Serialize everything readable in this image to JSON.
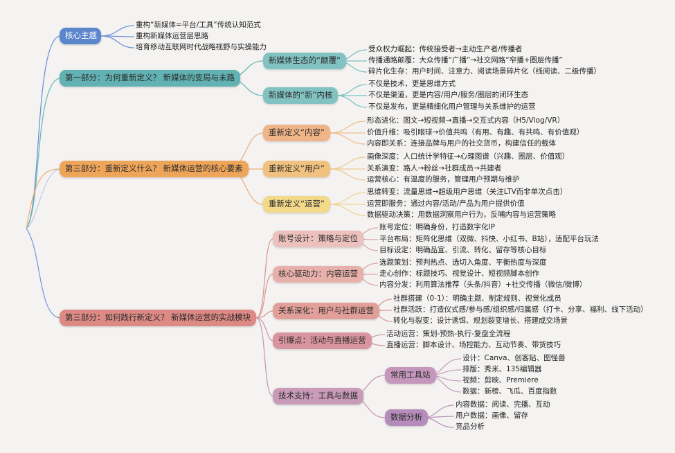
{
  "colors": {
    "core": "#5b86cc",
    "part1": "#62b2b3",
    "part2": "#eea55a",
    "part3": "#dd8a84",
    "tools": "#c597bd",
    "background": "#f4f3f2"
  },
  "core": {
    "label": "核心主题",
    "items": [
      "重构“新媒体=平台/工具”传统认知范式",
      "重构新媒体运营层思路",
      "培育移动互联网时代战略视野与实操能力"
    ]
  },
  "part1": {
    "label": "第一部分：为何重新定义？ 新媒体的变局与未路",
    "children": [
      {
        "label": "新媒体生态的“颠覆”",
        "items": [
          "受众权力崛起：传统接受者→主动生产者/传播者",
          "传播通路颠覆：大众传播“广播”→社交网路“窄播+圈层传播”",
          "碎片化生存：用户时间、注意力、阅读场景碎片化（线阅读、二级传播）"
        ]
      },
      {
        "label": "新媒体的“新”内核",
        "items": [
          "不仅是技术，更是思维方式",
          "不仅是渠道，更是内容/用户/服务/圈层的闭环生态",
          "不仅是发布，更是精细化用户管理与关系维护的运营"
        ]
      }
    ]
  },
  "part2": {
    "label": "第三部分：重新定义什么？ 新媒体运营的核心要素",
    "children": [
      {
        "label": "重新定义“内容”",
        "items": [
          "形态进化：图文→短视频→直播→交互式内容（H5/Vlog/VR）",
          "价值升维：吸引眼球→价值共鸣（有用、有趣、有共鸣、有价值观）",
          "内容即关系：连接品牌与用户的社交货币，构建信任的载体"
        ]
      },
      {
        "label": "重新定义“用户”",
        "items": [
          "画像深度：人口统计学特征→心理图谱（兴趣、圈层、价值观）",
          "关系演变：路人→粉丝→社群成员→共建者",
          "运营核心：有温度的服务，管理用户预期与维护"
        ]
      },
      {
        "label": "重新定义“运营”",
        "items": [
          "思维转变：流量思维→超级用户思维（关注LTV而非单次点击）",
          "运营即服务：通过内容/活动/产品为用户提供价值",
          "数据驱动决策：用数据洞察用户行为，反哺内容与运营策略"
        ]
      }
    ]
  },
  "part3": {
    "label": "第三部分：如何践行新定义？ 新媒体运营的实战模块",
    "children": [
      {
        "label": "账号设计：策略与定位",
        "items": [
          "账号定位：明确身份，打造数字化IP",
          "平台布局：矩阵化思维（双微、抖快、小红书、B站），适配平台玩法",
          "目标设定：明确品宣、引流、转化、留存等核心目标"
        ]
      },
      {
        "label": "核心驱动力：内容运营",
        "items": [
          "选题策划：预判热点、选切入角度、平衡热度与深度",
          "走心创作：标题技巧、视觉设计、短视频脚本创作",
          "内容分发：利用算法推荐（头条/抖音）+社交传播（微信/微博）"
        ]
      },
      {
        "label": "关系深化：用户与社群运营",
        "items": [
          "社群搭建（0-1）：明确主题、制定规则、视觉化成员",
          "社群活跃：打造仪式感/参与感/组织感/归属感（打卡、分享、福利、线下活动）",
          "转化与裂变：设计诱饵、规划裂变增长、搭建成交场景"
        ]
      },
      {
        "label": "引爆点：活动与直播运营",
        "items": [
          "活动运营：策划-预热-执行-复盘全流程",
          "直播运营：脚本设计、场控能力、互动节奏、带货技巧"
        ]
      },
      {
        "label": "技术支持：工具与数据",
        "children": [
          {
            "label": "常用工具站",
            "items": [
              "设计：Canva、创客贴、图怪兽",
              "排版：秀米、135编辑器",
              "视频：剪映、Premiere",
              "数据：新榜、飞瓜、百度指数"
            ]
          },
          {
            "label": "数据分析",
            "items": [
              "内容数据：阅读、完播、互动",
              "用户数据：画像、留存",
              "竞品分析"
            ]
          }
        ]
      }
    ]
  }
}
